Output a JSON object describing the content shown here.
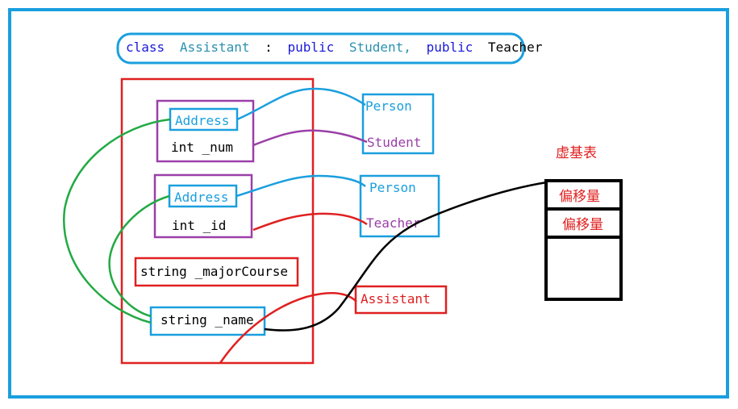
{
  "header": {
    "kw_class": "class",
    "class_name": "Assistant",
    "colon": ":",
    "kw_public_1": "public",
    "base_1": "Student,",
    "kw_public_2": "public",
    "base_2": "Teacher"
  },
  "object_layout": {
    "student_part": {
      "address_label": "Address",
      "num_label": "int _num"
    },
    "teacher_part": {
      "address_label": "Address",
      "id_label": "int _id"
    },
    "major_course_label": "string _majorCourse",
    "name_label": "string _name"
  },
  "class_boxes": {
    "box1": {
      "top_label": "Person",
      "bottom_label": "Student"
    },
    "box2": {
      "top_label": "Person",
      "bottom_label": "Teacher"
    },
    "assistant_label": "Assistant"
  },
  "vbase_table": {
    "title": "虚基表",
    "rows": [
      "偏移量",
      "偏移量"
    ]
  },
  "colors": {
    "blue": "#1a9fde",
    "red": "#e02020",
    "purple": "#9b3fa8",
    "green": "#22aa44",
    "black": "#000000",
    "keyword": "#1a1ad8",
    "type": "#2b91af"
  }
}
